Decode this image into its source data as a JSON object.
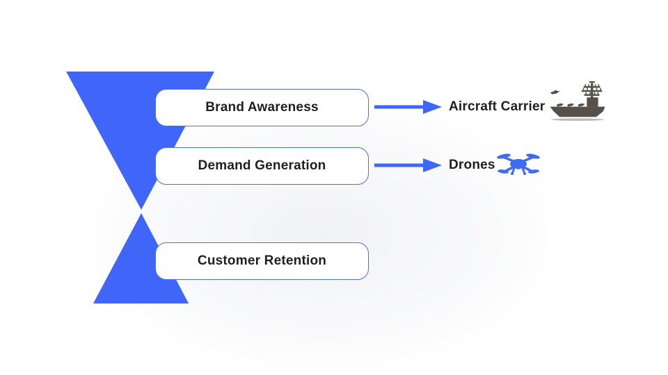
{
  "colors": {
    "accent_blue": "#3f66f8",
    "box_border_blue": "#4a6bfb",
    "text_dark": "#1e1f24",
    "carrier_taupe": "#57504a",
    "drone_blue": "#3e6bf2"
  },
  "funnel": {
    "stages": [
      {
        "label": "Brand Awareness"
      },
      {
        "label": "Demand Generation"
      },
      {
        "label": "Customer Retention"
      }
    ]
  },
  "outputs": [
    {
      "label": "Aircraft Carrier",
      "icon": "aircraft-carrier-icon"
    },
    {
      "label": "Drones",
      "icon": "drone-icon"
    }
  ]
}
